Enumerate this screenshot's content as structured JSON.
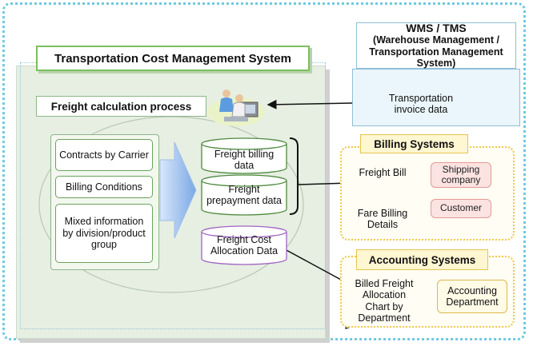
{
  "tcms": {
    "title": "Transportation Cost Management System",
    "freight_process": "Freight calculation process",
    "inputs": [
      {
        "label": "Contracts by Carrier"
      },
      {
        "label": "Billing Conditions"
      },
      {
        "label": "Mixed information by division/product group"
      }
    ],
    "outputs": {
      "freight_billing": "Freight billing data",
      "freight_prepayment": "Freight prepayment data",
      "cost_allocation": "Freight Cost Allocation Data"
    }
  },
  "wms": {
    "title_line1": "WMS / TMS",
    "title_line2": "(Warehouse Management / Transportation Management System)",
    "db_label": "Transportation invoice data"
  },
  "billing": {
    "title": "Billing Systems",
    "freight_bill": "Freight Bill",
    "fare_billing": "Fare Billing Details",
    "shipping_company": "Shipping company",
    "customer": "Customer"
  },
  "accounting": {
    "title": "Accounting Systems",
    "allocation_chart": "Billed Freight Allocation Chart by Department",
    "department": "Accounting Department"
  },
  "colors": {
    "green_border": "#7bbf5d",
    "blue_border": "#8dbfd6",
    "yellow_border": "#f1c84b",
    "pink_fill": "#fbe3e1",
    "arrow_fill": "#8fb6e9"
  }
}
